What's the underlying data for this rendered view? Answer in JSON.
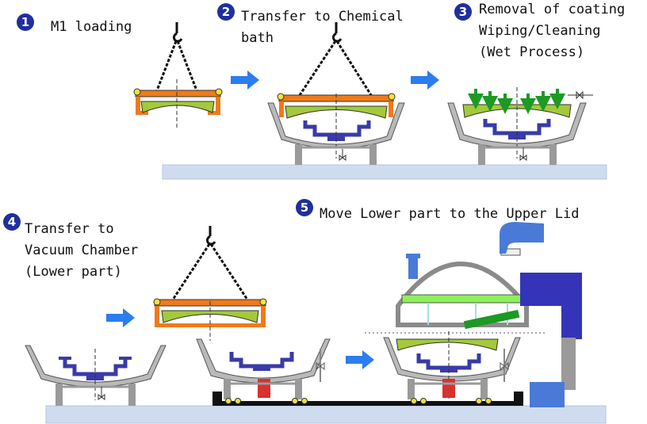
{
  "colors": {
    "badge": "#1f2f9e",
    "frame": "#f07a1a",
    "dish": "#a4c93a",
    "fixture": "#3a3aa8",
    "arrow": "#2b7df0",
    "ground": "#cfdcf0",
    "chamber_band": "#8cf05a",
    "wiper": "#1c9a24",
    "tower": "#3434b8"
  },
  "steps": [
    {
      "number": "1",
      "lines": [
        "M1 loading"
      ]
    },
    {
      "number": "2",
      "lines": [
        "Transfer to Chemical",
        "bath"
      ]
    },
    {
      "number": "3",
      "lines": [
        "Removal of coating",
        "Wiping/Cleaning",
        "(Wet Process)"
      ]
    },
    {
      "number": "4",
      "lines": [
        "Transfer to",
        "Vacuum Chamber",
        "(Lower part)"
      ]
    },
    {
      "number": "5",
      "lines": [
        "Move Lower part to the Upper Lid"
      ]
    }
  ],
  "icons": [
    "crane-hook-icon",
    "valve-icon",
    "right-arrow-icon",
    "down-arrow-icon"
  ]
}
